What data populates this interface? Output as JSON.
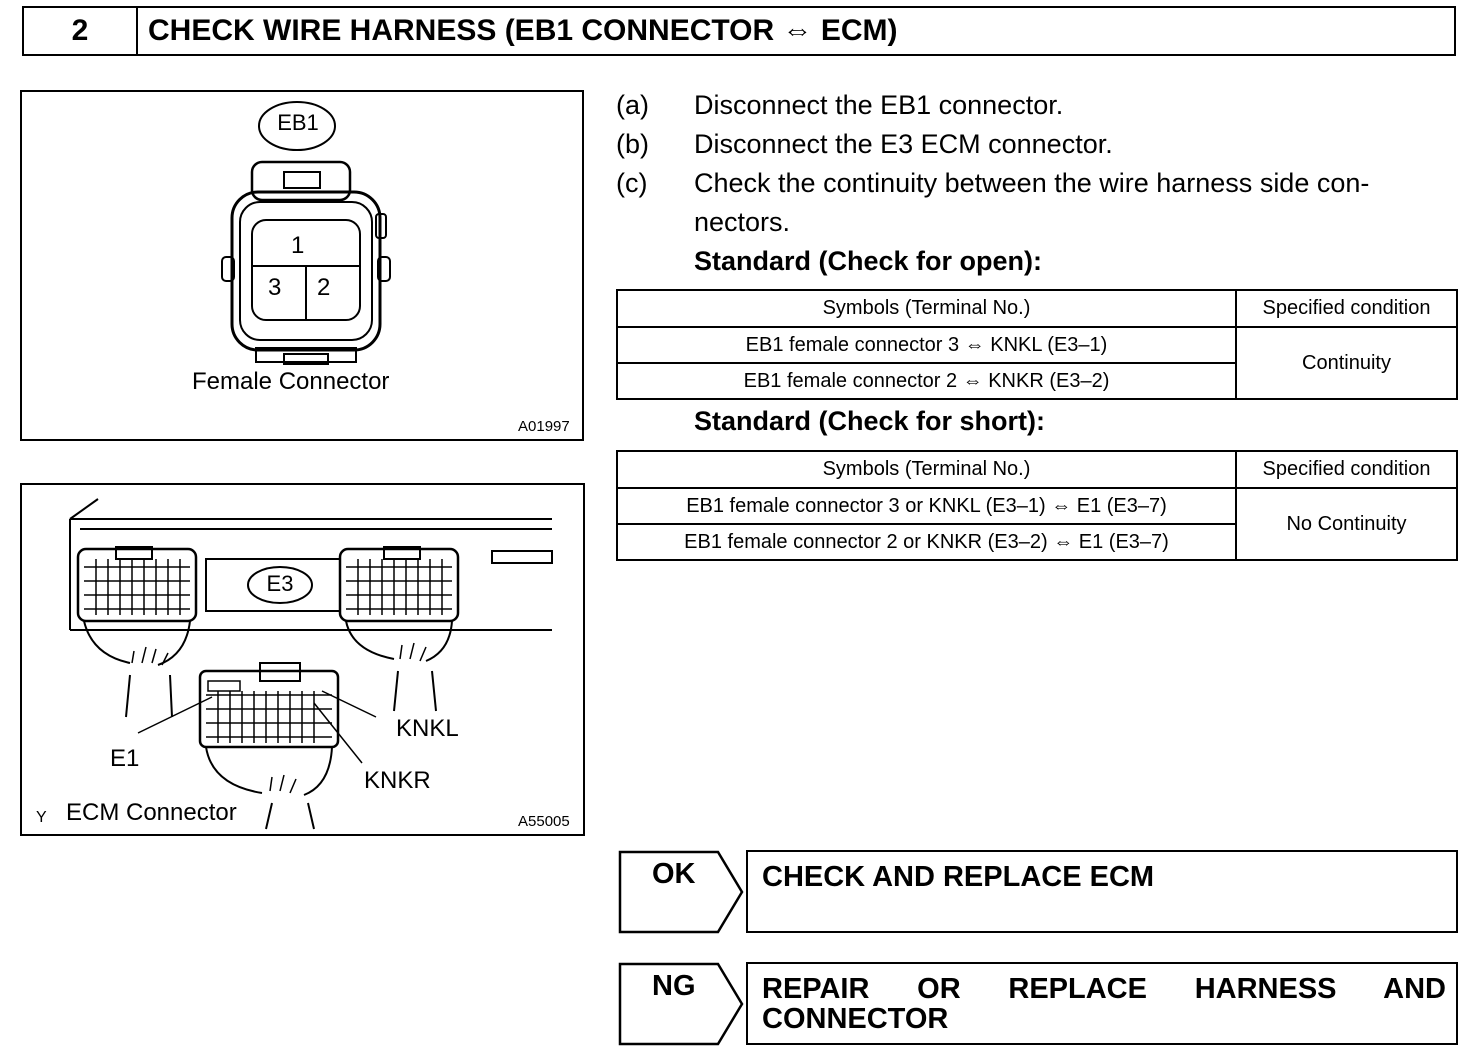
{
  "header": {
    "step_number": "2",
    "title": "CHECK WIRE HARNESS (EB1 CONNECTOR ⇔ ECM)"
  },
  "figure1": {
    "connector_tag": "EB1",
    "pin_1": "1",
    "pin_2": "2",
    "pin_3": "3",
    "caption": "Female Connector",
    "code": "A01997"
  },
  "figure2": {
    "connector_tag": "E3",
    "label_e1": "E1",
    "label_knkl": "KNKL",
    "label_knkr": "KNKR",
    "caption": "ECM Connector",
    "corner_mark": "Y",
    "code": "A55005"
  },
  "steps": [
    {
      "letter": "(a)",
      "text": "Disconnect the EB1 connector."
    },
    {
      "letter": "(b)",
      "text": "Disconnect the E3 ECM connector."
    },
    {
      "letter": "(c)",
      "text": "Check the continuity between the wire harness side con-",
      "text_cont": "nectors."
    }
  ],
  "standard_open": {
    "heading": "Standard (Check for open):",
    "col1_header": "Symbols (Terminal No.)",
    "col2_header": "Specified condition",
    "rows": [
      "EB1 female connector 3 ⇔ KNKL (E3–1)",
      "EB1 female connector 2 ⇔ KNKR (E3–2)"
    ],
    "condition": "Continuity"
  },
  "standard_short": {
    "heading": "Standard (Check for short):",
    "col1_header": "Symbols (Terminal No.)",
    "col2_header": "Specified condition",
    "rows": [
      "EB1 female connector 3 or KNKL (E3–1) ⇔ E1 (E3–7)",
      "EB1 female connector 2 or KNKR (E3–2) ⇔ E1 (E3–7)"
    ],
    "condition": "No Continuity"
  },
  "results": {
    "ok_label": "OK",
    "ok_text": "CHECK AND REPLACE ECM",
    "ng_label": "NG",
    "ng_text_line1": "REPAIR OR REPLACE HARNESS AND",
    "ng_text_line2": "CONNECTOR"
  }
}
